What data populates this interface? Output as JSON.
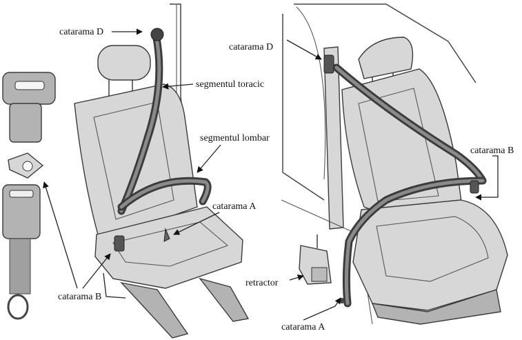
{
  "labels": {
    "left_d": "catarama D",
    "left_thoracic": "segmentul toracic",
    "left_lumbar": "segmentul lombar",
    "left_a": "catarama A",
    "left_b": "catarama B",
    "right_d": "catarama D",
    "right_b": "catarama B",
    "right_retractor": "retractor",
    "right_a": "catarama A"
  },
  "colors": {
    "belt": "#3c3c3c",
    "seat": "#d7d7d7",
    "line": "#222222"
  }
}
